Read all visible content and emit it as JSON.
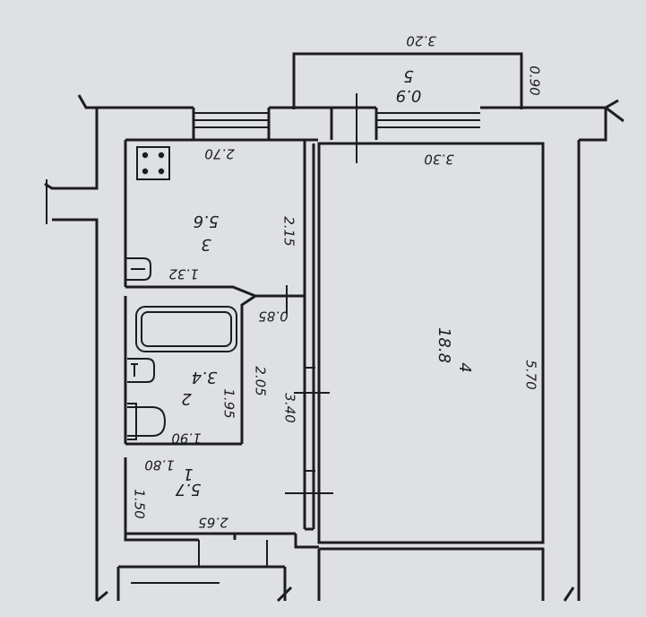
{
  "plan": {
    "balcony": {
      "number": "5",
      "area": "0.9",
      "width": "3.20",
      "depth": "0.90"
    },
    "kitchen": {
      "number": "3",
      "area": "5.6",
      "width": "2.70",
      "length": "2.15"
    },
    "hall_side": {
      "width": "1.32"
    },
    "bathroom": {
      "number": "2",
      "area": "3.4",
      "width": "1.90",
      "length": "1.95",
      "wall_len": "2.05",
      "niche": "0.85"
    },
    "corridor": {
      "length": "3.40"
    },
    "room": {
      "number": "4",
      "area": "18.8",
      "width": "3.30",
      "length": "5.70"
    },
    "entrance": {
      "number": "1",
      "area": "5.7",
      "width": "2.65",
      "upper_width": "1.80",
      "depth": "1.50"
    }
  }
}
